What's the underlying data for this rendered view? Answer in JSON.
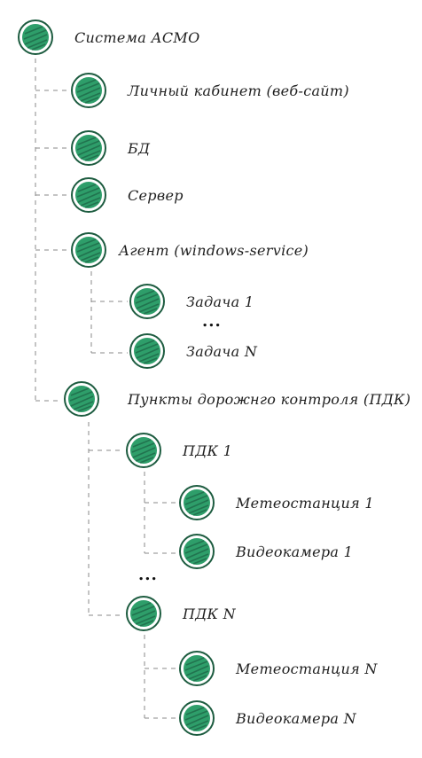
{
  "colors": {
    "node_fill": "#2e9e6a",
    "node_ring": "#1d5c40",
    "connector": "#8a8a8a"
  },
  "tree": {
    "root": {
      "label": "Система АСМО",
      "icon": "green-circle-icon"
    },
    "cabinet": {
      "label": "Личный кабинет (веб-сайт)",
      "icon": "green-circle-icon"
    },
    "db": {
      "label": "БД",
      "icon": "green-circle-icon"
    },
    "server": {
      "label": "Сервер",
      "icon": "green-circle-icon"
    },
    "agent": {
      "label": "Агент  (windows-service)",
      "icon": "green-circle-icon"
    },
    "task1": {
      "label": "Задача 1",
      "icon": "green-circle-icon"
    },
    "task_ellipsis": "...",
    "taskN": {
      "label": "Задача N",
      "icon": "green-circle-icon"
    },
    "pdk": {
      "label": "Пункты дорожнго контроля  (ПДК)",
      "icon": "green-circle-icon"
    },
    "pdk1": {
      "label": "ПДК 1",
      "icon": "green-circle-icon"
    },
    "meteo1": {
      "label": "Метеостанция  1",
      "icon": "green-circle-icon"
    },
    "camera1": {
      "label": "Видеокамера  1",
      "icon": "green-circle-icon"
    },
    "pdk_ellipsis": "...",
    "pdkN": {
      "label": "ПДК N",
      "icon": "green-circle-icon"
    },
    "meteoN": {
      "label": "Метеостанция  N",
      "icon": "green-circle-icon"
    },
    "cameraN": {
      "label": "Видеокамера  N",
      "icon": "green-circle-icon"
    }
  }
}
